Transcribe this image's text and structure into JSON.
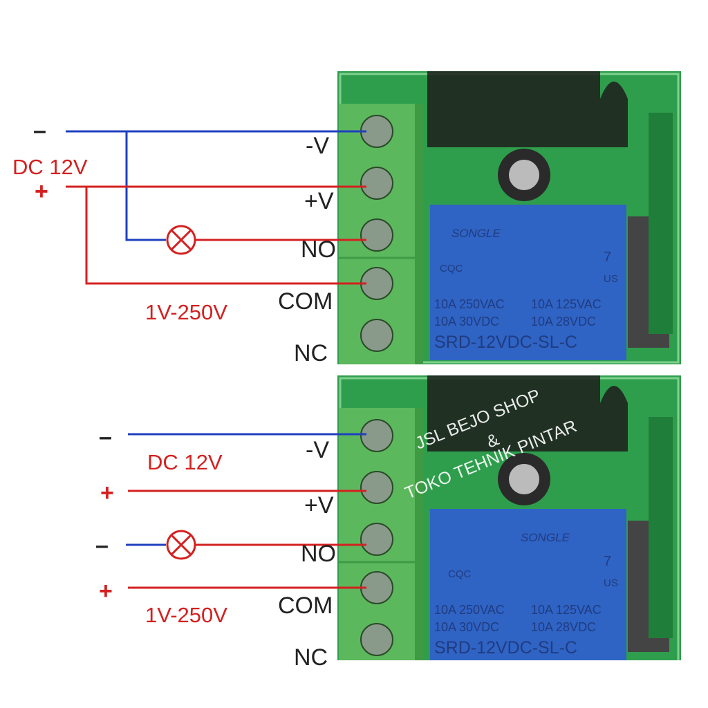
{
  "colors": {
    "negative": "#1f3fbf",
    "positive": "#d42020",
    "board": "#2e9e4c",
    "terminal": "#5cb85c",
    "relay": "#2f63c4"
  },
  "diagram_top": {
    "minus": "–",
    "plus": "+",
    "supply": "DC 12V",
    "load_range": "1V-250V",
    "terminals": [
      "-V",
      "+V",
      "NO",
      "COM",
      "NC"
    ]
  },
  "diagram_bottom": {
    "minus1": "–",
    "plus1": "+",
    "minus2": "–",
    "plus2": "+",
    "supply": "DC 12V",
    "load_range": "1V-250V",
    "terminals": [
      "-V",
      "+V",
      "NO",
      "COM",
      "NC"
    ]
  },
  "relay": {
    "brand": "SONGLE",
    "cert": "CQC",
    "ul": "7",
    "ul_sub": "US",
    "rating1a": "10A 250VAC",
    "rating1b": "10A 125VAC",
    "rating2a": "10A 30VDC",
    "rating2b": "10A 28VDC",
    "model": "SRD-12VDC-SL-C"
  },
  "watermark": {
    "line1": "JSL BEJO SHOP",
    "line2": "&",
    "line3": "TOKO TEHNIK PINTAR"
  }
}
